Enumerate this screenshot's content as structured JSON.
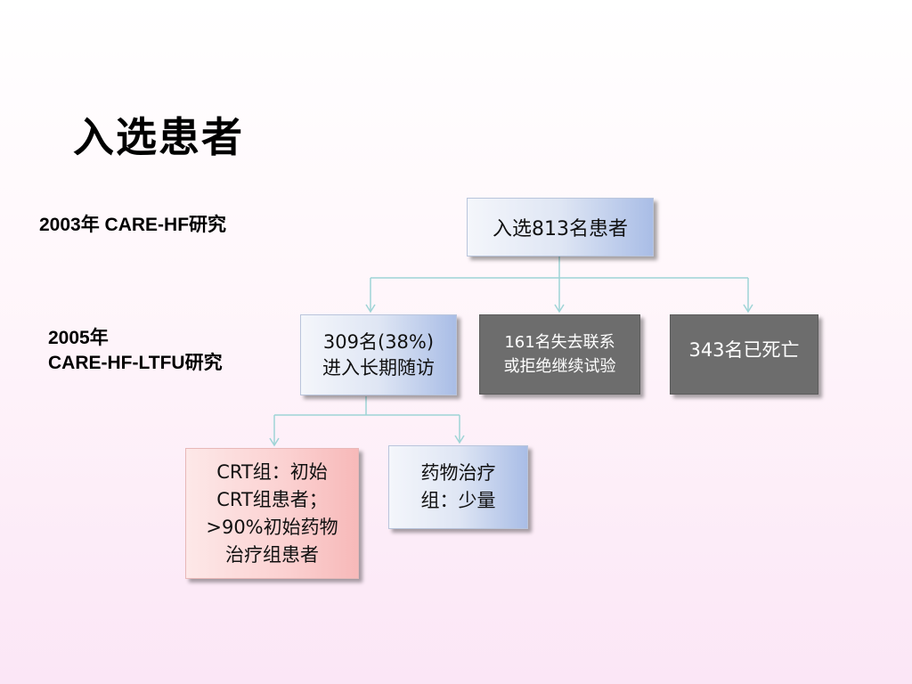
{
  "title": "入选患者",
  "labels": {
    "study_2003": "2003年 CARE-HF研究",
    "study_2005_year": "2005年",
    "study_2005_name": "CARE-HF-LTFU研究"
  },
  "boxes": {
    "enrolled": "入选813名患者",
    "followup_line1": "309名(38%)",
    "followup_line2": "进入长期随访",
    "lost_line1": "161名失去联系",
    "lost_line2": "或拒绝继续试验",
    "dead": "343名已死亡",
    "crt_line1": "CRT组：初始",
    "crt_line2": "CRT组患者；",
    "crt_line3": ">90%初始药物",
    "crt_line4": "治疗组患者",
    "drug_line1": "药物治疗",
    "drug_line2": "组：少量"
  },
  "colors": {
    "connector": "#9ed4d6",
    "gray_box": "#6d6d6d"
  }
}
